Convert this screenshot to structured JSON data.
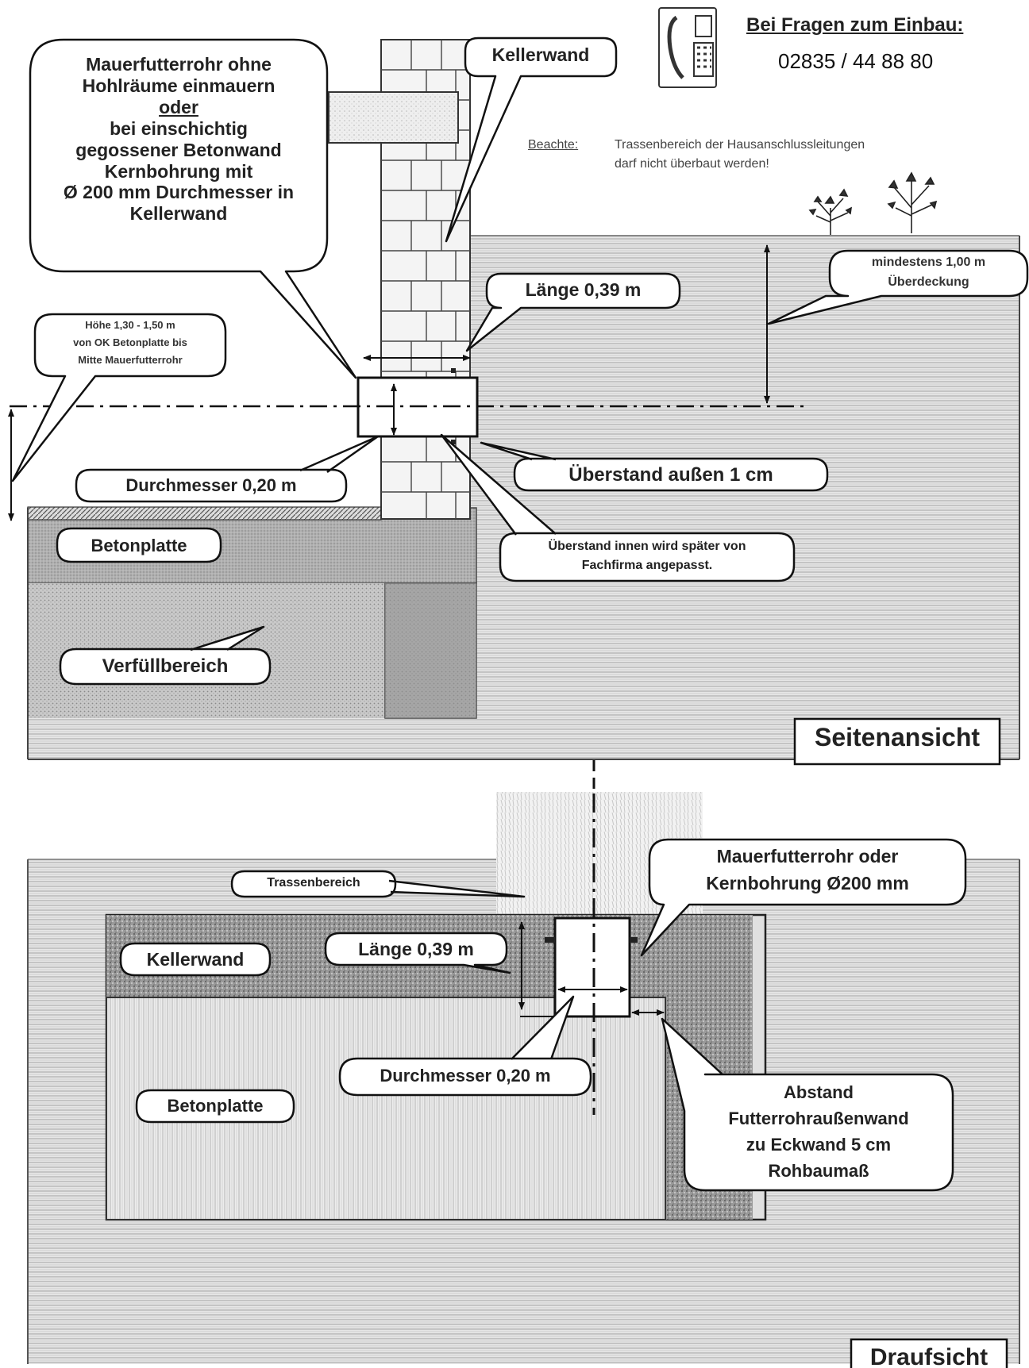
{
  "header": {
    "phone_icon": "telephone-icon",
    "question": "Bei Fragen zum Einbau:",
    "phone": "02835 / 44 88 80"
  },
  "note": {
    "label": "Beachte:",
    "line1": "Trassenbereich der Hausanschlussleitungen",
    "line2": "darf nicht überbaut werden!"
  },
  "side_view": {
    "title": "Seitenansicht",
    "callout_masonry": {
      "line1": "Mauerfutterrohr ohne",
      "line2": "Hohlräume einmauern",
      "line3": "oder",
      "line4": "bei einschichtig",
      "line5": "gegossener Betonwand",
      "line6": "Kernbohrung mit",
      "line7": "Ø 200 mm Durchmesser in",
      "line8": "Kellerwand"
    },
    "kellerwand": "Kellerwand",
    "laenge": "Länge 0,39 m",
    "ueberdeckung_line1": "mindestens 1,00 m",
    "ueberdeckung_line2": "Überdeckung",
    "hoehe_line1": "Höhe 1,30 - 1,50 m",
    "hoehe_line2": "von OK Betonplatte  bis",
    "hoehe_line3": "Mitte Mauerfutterrohr",
    "durchmesser": "Durchmesser 0,20 m",
    "ueberstand_aussen": "Überstand außen 1 cm",
    "betonplatte": "Betonplatte",
    "ueberstand_innen_line1": "Überstand innen wird später von",
    "ueberstand_innen_line2": "Fachfirma angepasst.",
    "verfuellbereich": "Verfüllbereich",
    "plant_icon": "plant-icon"
  },
  "top_view": {
    "title": "Draufsicht",
    "trassenbereich": "Trassenbereich",
    "pipe_line1": "Mauerfutterrohr oder",
    "pipe_line2": "Kernbohrung Ø200 mm",
    "kellerwand": "Kellerwand",
    "laenge": "Länge 0,39 m",
    "durchmesser": "Durchmesser  0,20 m",
    "betonplatte": "Betonplatte",
    "abstand_line1": "Abstand",
    "abstand_line2": "Futterrohraußenwand",
    "abstand_line3": "zu Eckwand    5 cm",
    "abstand_line4": "Rohbaumaß"
  }
}
